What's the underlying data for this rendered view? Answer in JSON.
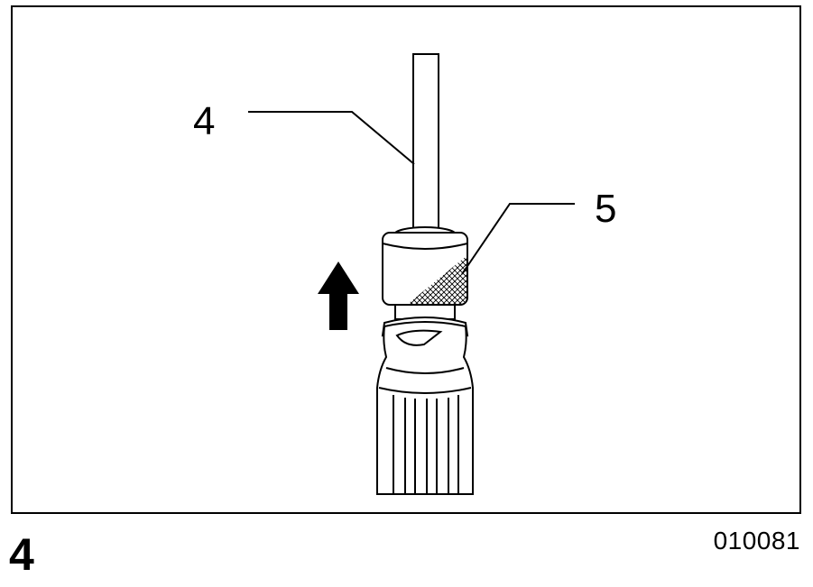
{
  "figure": {
    "callouts": {
      "part_4": "4",
      "part_5": "5"
    },
    "figure_number": "4",
    "figure_code": "010081"
  },
  "colors": {
    "line": "#000000",
    "background": "#ffffff"
  },
  "icons": {
    "direction_arrow": "arrow-up-icon"
  }
}
